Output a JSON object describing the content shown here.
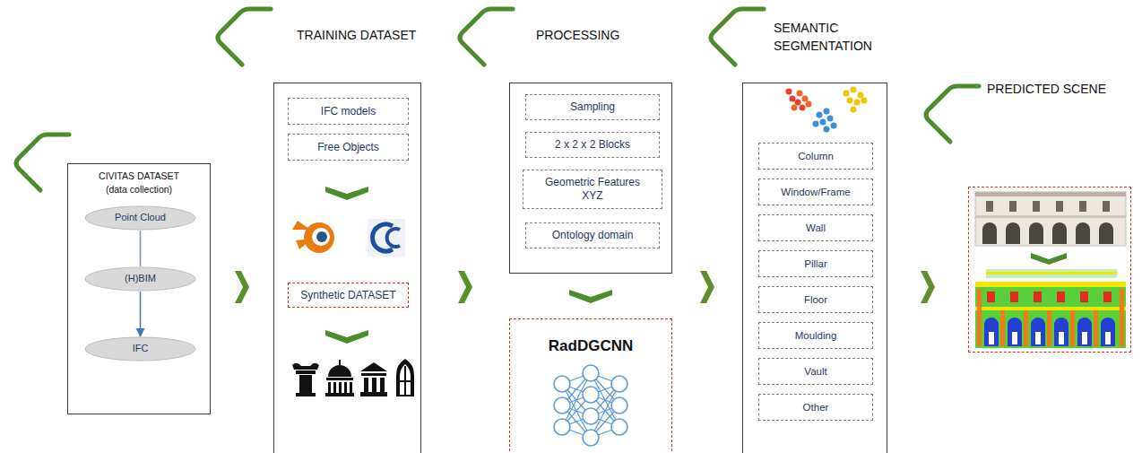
{
  "diagram": {
    "nodes": [
      {
        "text": [
          "CIVITAS DATASET",
          "(data collection)"
        ]
      },
      {
        "text": [
          "Point Cloud"
        ],
        "in": 0
      },
      {
        "text": [
          "(H)BIM"
        ],
        "in": 0
      },
      {
        "text": [
          "IFC"
        ],
        "in": 0
      },
      {
        "text": [
          "TRAINING DATASET"
        ]
      },
      {
        "text": [
          "IFC models"
        ],
        "in": 4
      },
      {
        "text": [
          "Free Objects"
        ],
        "in": 4
      },
      {
        "text": [
          "Synthetic DATASET"
        ],
        "in": 4
      },
      {
        "text": [
          "PROCESSING"
        ]
      },
      {
        "text": [
          "Sampling"
        ],
        "in": 8
      },
      {
        "text": [
          "2 x 2 x 2 Blocks"
        ],
        "in": 8
      },
      {
        "text": [
          "Geometric Features XYZ"
        ],
        "in": 8
      },
      {
        "text": [
          "Ontology domain"
        ],
        "in": 8
      },
      {
        "text": [
          "RadDGCNN"
        ]
      },
      {
        "text": [
          "SEMANTIC SEGMENTATION"
        ]
      },
      {
        "text": [
          "Column"
        ],
        "in": 14
      },
      {
        "text": [
          "Window/Frame"
        ],
        "in": 14
      },
      {
        "text": [
          "Wall"
        ],
        "in": 14
      },
      {
        "text": [
          "Pillar"
        ],
        "in": 14
      },
      {
        "text": [
          "Floor"
        ],
        "in": 14
      },
      {
        "text": [
          "Moulding"
        ],
        "in": 14
      },
      {
        "text": [
          "Vault"
        ],
        "in": 14
      },
      {
        "text": [
          "Other"
        ],
        "in": 14
      },
      {
        "text": [
          "PREDICTED SCENE"
        ]
      }
    ],
    "edges": [
      {
        "from": 1,
        "to": 2,
        "arrow": "none"
      },
      {
        "from": 2,
        "to": 3,
        "arrow": "to"
      },
      {
        "from": 0,
        "to": 4,
        "arrow": "to"
      },
      {
        "from": 4,
        "to": 8,
        "arrow": "to"
      },
      {
        "from": 8,
        "to": 13,
        "arrow": "to"
      },
      {
        "from": 8,
        "to": 14,
        "arrow": "to"
      },
      {
        "from": 14,
        "to": 23,
        "arrow": "to"
      }
    ]
  }
}
